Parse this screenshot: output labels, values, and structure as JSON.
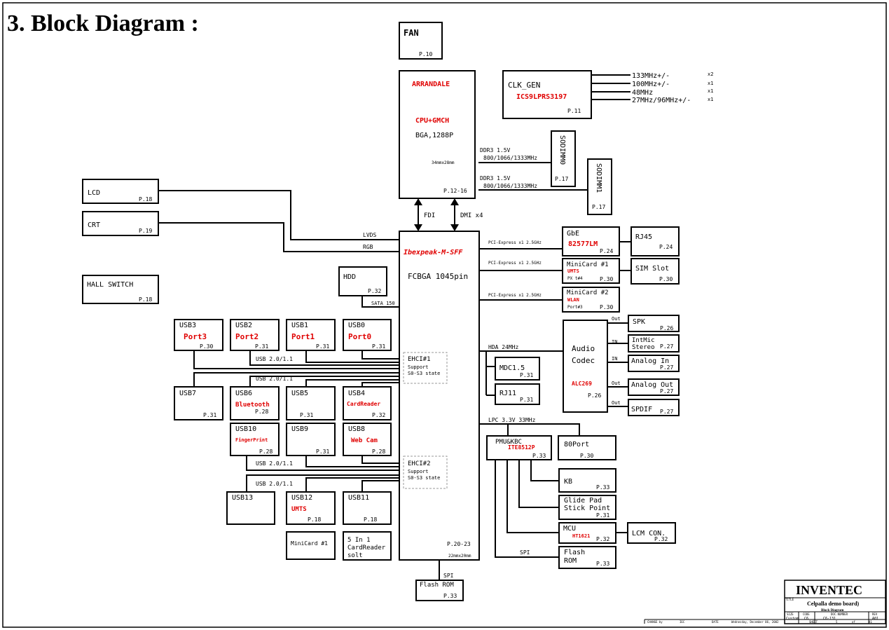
{
  "page": {
    "title": "3. Block Diagram :"
  },
  "blocks": {
    "fan": {
      "name": "FAN",
      "page": "P.10"
    },
    "cpu": {
      "name": "ARRANDALE",
      "sub": "CPU+GMCH",
      "pkg": "BGA,1288P",
      "size": "34mmx28mm",
      "page": "P.12-16"
    },
    "clk": {
      "name": "CLK_GEN",
      "part": "ICS9LPRS3197",
      "page": "P.11",
      "freqs": [
        "133MHz+/-",
        "100MHz+/-",
        "48MHz",
        "27MHz/96MHz+/-"
      ],
      "mult": [
        "x2",
        "x1",
        "x1",
        "x1"
      ]
    },
    "sodimm0": {
      "name": "SODIMM0",
      "page": "P.17",
      "bus1": "DDR3 1.5V",
      "bus2": "800/1066/1333MHz"
    },
    "sodimm1": {
      "name": "SODIMM1",
      "page": "P.17",
      "bus1": "DDR3 1.5V",
      "bus2": "800/1066/1333MHz"
    },
    "lcd": {
      "name": "LCD",
      "page": "P.18",
      "bus": "LVDS"
    },
    "crt": {
      "name": "CRT",
      "page": "P.19",
      "bus": "RGB"
    },
    "hall": {
      "name": "HALL SWITCH",
      "page": "P.18"
    },
    "fdi": "FDI",
    "dmi": "DMI x4",
    "pch": {
      "name": "Ibexpeak-M-SFF",
      "pkg": "FCBGA 1045pin",
      "page": "P.20-23",
      "size": "22mmx20mm"
    },
    "hdd": {
      "name": "HDD",
      "page": "P.32",
      "bus": "SATA 150"
    },
    "gbe": {
      "name": "GbE",
      "part": "82577LM",
      "page": "P.24",
      "bus": "PCI-Express x1 2.5GHz"
    },
    "rj45": {
      "name": "RJ45",
      "page": "P.24"
    },
    "mc1": {
      "name": "MiniCard #1",
      "part": "UMTS",
      "port": "PX t#4",
      "page": "P.30",
      "bus": "PCI-Express x1 2.5GHz"
    },
    "sim": {
      "name": "SIM Slot",
      "page": "P.30"
    },
    "mc2": {
      "name": "MiniCard #2",
      "part": "WLAN",
      "port": "Port#3",
      "page": "P.30",
      "bus": "PCI-Express x1 2.5GHz"
    },
    "audio": {
      "name1": "Audio",
      "name2": "Codec",
      "part": "ALC269",
      "page": "P.26",
      "bus": "HDA 24MHz"
    },
    "spk": {
      "name": "SPK",
      "page": "P.26",
      "dir": "Out"
    },
    "intmic": {
      "name1": "IntMic",
      "name2": "Stereo",
      "page": "P.27",
      "dir": "IN"
    },
    "ain": {
      "name": "Analog In",
      "page": "P.27",
      "dir": "IN"
    },
    "aout": {
      "name": "Analog Out",
      "page": "P.27",
      "dir": "Out"
    },
    "spdif": {
      "name": "SPDIF",
      "page": "P.27",
      "dir": "Out"
    },
    "mdc": {
      "name": "MDC1.5",
      "page": "P.31"
    },
    "rj11": {
      "name": "RJ11",
      "page": "P.31"
    },
    "lpc": "LPC 3.3V 33MHz",
    "pmu": {
      "name": "PMU&KBC",
      "part": "ITE8512P",
      "page": "P.33"
    },
    "port80": {
      "name": "80Port",
      "page": "P.30"
    },
    "kb": {
      "name": "KB",
      "page": "P.33"
    },
    "glide": {
      "name1": "Glide Pad",
      "name2": "Stick Point",
      "page": "P.31"
    },
    "mcu": {
      "name": "MCU",
      "part": "HT1621",
      "page": "P.32"
    },
    "lcmcon": {
      "name": "LCM CON.",
      "page": "P.32"
    },
    "flashr": {
      "name1": "Flash",
      "name2": "ROM",
      "page": "P.33",
      "bus": "SPI"
    },
    "flashb": {
      "name": "Flash ROM",
      "page": "P.33",
      "bus": "SPI"
    },
    "ehci1": {
      "name": "EHCI#1",
      "l1": "Support",
      "l2": "S0-S3 state"
    },
    "ehci2": {
      "name": "EHCI#2",
      "l1": "Support",
      "l2": "S0-S3 state"
    },
    "usb_bus": "USB 2.0/1.1",
    "usb": {
      "usb3": {
        "name": "USB3",
        "label": "Port3",
        "page": "P.30"
      },
      "usb2": {
        "name": "USB2",
        "label": "Port2",
        "page": "P.31"
      },
      "usb1": {
        "name": "USB1",
        "label": "Port1",
        "page": "P.31"
      },
      "usb0": {
        "name": "USB0",
        "label": "Port0",
        "page": "P.31"
      },
      "usb7": {
        "name": "USB7",
        "page": "P.31"
      },
      "usb6": {
        "name": "USB6",
        "label": "Bluetooth",
        "page": "P.28"
      },
      "usb5": {
        "name": "USB5",
        "page": "P.31"
      },
      "usb4": {
        "name": "USB4",
        "label": "CardReader",
        "page": "P.32"
      },
      "usb10": {
        "name": "USB10",
        "label": "FingerPrint",
        "page": "P.28"
      },
      "usb9": {
        "name": "USB9",
        "page": "P.31"
      },
      "usb8": {
        "name": "USB8",
        "label": "Web Cam",
        "page": "P.28"
      },
      "usb13": {
        "name": "USB13"
      },
      "usb12": {
        "name": "USB12",
        "label": "UMTS",
        "page": "P.18"
      },
      "usb11": {
        "name": "USB11",
        "page": "P.18"
      },
      "minicard1": {
        "name": "MiniCard #1"
      },
      "cardreader": {
        "l1": "5 In 1",
        "l2": "CardReader",
        "l3": "solt"
      }
    }
  },
  "titleblock": {
    "company": "INVENTEC",
    "title_label": "TITLE",
    "project": "Celpalla demo board)",
    "sheet_title": "Block Diagram",
    "size_label": "SIZE",
    "size": "Custom",
    "code_label": "CODE",
    "code": "C6",
    "doc_label": "DOC.NUMBER",
    "doc": "C6-131",
    "rev_label": "REV",
    "rev": "A01",
    "change_label": "CHANGE by",
    "change": "IEC",
    "date_label": "DATE",
    "date": "Wednesday, December 06, 2002",
    "sheet_label": "SHEET",
    "sheet": "5",
    "of_label": "of",
    "total": "41"
  }
}
